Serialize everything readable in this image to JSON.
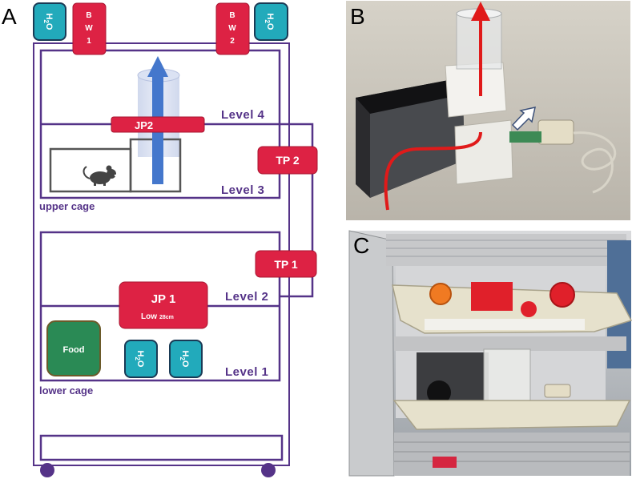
{
  "panels": {
    "a": "A",
    "b": "B",
    "c": "C"
  },
  "diagram": {
    "level4": "Level  4",
    "level3": "Level  3",
    "level2": "Level  2",
    "level1": "Level  1",
    "upper_cage": "upper cage",
    "lower_cage": "lower cage",
    "jp2": "JP2",
    "jp1": "JP 1",
    "jp1_sub_main": "Low",
    "jp1_sub_small": "28cm",
    "tp2": "TP 2",
    "tp1": "TP 1",
    "bw1": [
      "B",
      "W",
      "1"
    ],
    "bw2": [
      "B",
      "W",
      "2"
    ],
    "h2o": "H2O",
    "food": "Food"
  },
  "colors": {
    "frame": "#553388",
    "red_box": "#dd2244",
    "water": "#22aabb",
    "food": "#2a8a55",
    "arrow": "#4477cc",
    "cage_grey": "#555555"
  },
  "icons": {
    "mouse": "mouse-icon"
  }
}
